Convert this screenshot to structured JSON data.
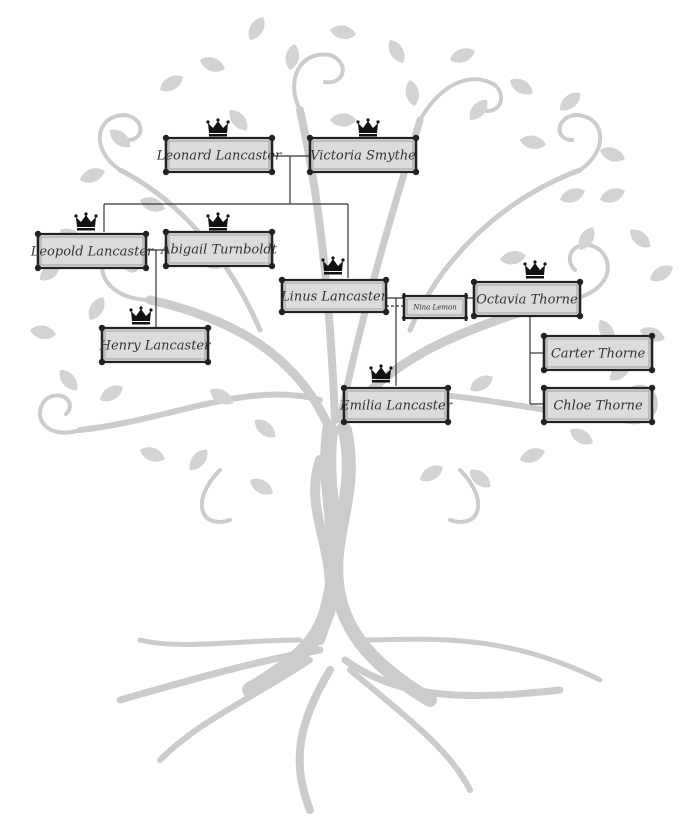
{
  "tree": {
    "people": [
      {
        "id": "leonard",
        "name": "Leonard Lancaster",
        "crown": true
      },
      {
        "id": "victoria",
        "name": "Victoria Smythe",
        "crown": true
      },
      {
        "id": "leopold",
        "name": "Leopold Lancaster",
        "crown": true
      },
      {
        "id": "abigail",
        "name": "Abigail Turnboldt",
        "crown": true
      },
      {
        "id": "linus",
        "name": "Linus Lancaster",
        "crown": true
      },
      {
        "id": "nina",
        "name": "Nina Lemon",
        "crown": false
      },
      {
        "id": "octavia",
        "name": "Octavia Thorne",
        "crown": true
      },
      {
        "id": "henry",
        "name": "Henry Lancaster",
        "crown": true
      },
      {
        "id": "emilia",
        "name": "Emilia Lancaster",
        "crown": true
      },
      {
        "id": "carter",
        "name": "Carter Thorne",
        "crown": false
      },
      {
        "id": "chloe",
        "name": "Chloe Thorne",
        "crown": false
      }
    ]
  },
  "colors": {
    "scroll_fill": "#dcdcdc",
    "scroll_border": "#222222",
    "connector": "#333333",
    "tree_gray": "#c9c9c9",
    "crown": "#111111"
  }
}
